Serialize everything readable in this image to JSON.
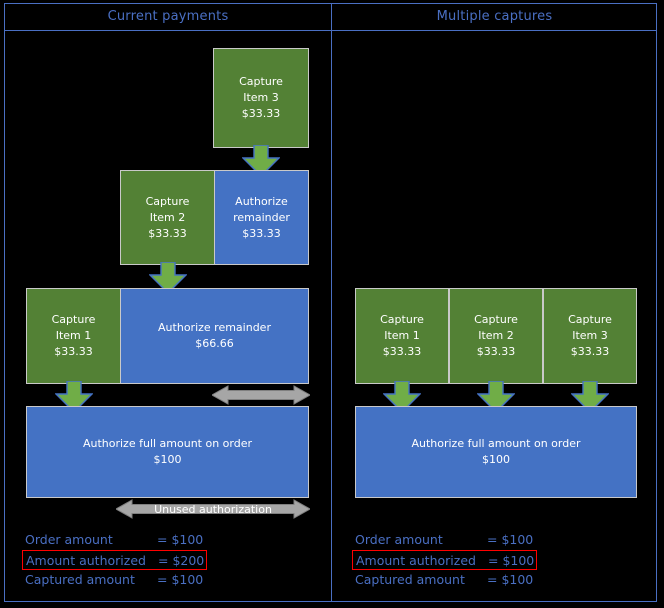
{
  "panels": {
    "left": {
      "title": "Current payments",
      "boxes": [
        {
          "name": "capture-item-3",
          "l1": "Capture",
          "l2": "Item 3",
          "amount": "$33.33",
          "color": "green"
        },
        {
          "name": "capture-item-2",
          "l1": "Capture",
          "l2": "Item 2",
          "amount": "$33.33",
          "color": "green"
        },
        {
          "name": "authorize-remainder-3333",
          "l1": "Authorize",
          "l2": "remainder",
          "amount": "$33.33",
          "color": "blue"
        },
        {
          "name": "capture-item-1",
          "l1": "Capture",
          "l2": "Item 1",
          "amount": "$33.33",
          "color": "green"
        },
        {
          "name": "authorize-remainder-6666",
          "l1": "Authorize remainder",
          "l2": "",
          "amount": "$66.66",
          "color": "blue"
        },
        {
          "name": "authorize-full-amount",
          "l1": "Authorize full amount on order",
          "l2": "",
          "amount": "$100",
          "color": "blue"
        }
      ],
      "unused_authorization_label": "Unused authorization",
      "legend": [
        {
          "label": "Order amount",
          "value": "= $100",
          "highlight": false
        },
        {
          "label": "Amount authorized",
          "value": "= $200",
          "highlight": true
        },
        {
          "label": "Captured amount",
          "value": "= $100",
          "highlight": false
        }
      ]
    },
    "right": {
      "title": "Multiple captures",
      "boxes": [
        {
          "name": "capture-item-1",
          "l1": "Capture",
          "l2": "Item 1",
          "amount": "$33.33",
          "color": "green"
        },
        {
          "name": "capture-item-2",
          "l1": "Capture",
          "l2": "Item 2",
          "amount": "$33.33",
          "color": "green"
        },
        {
          "name": "capture-item-3",
          "l1": "Capture",
          "l2": "Item 3",
          "amount": "$33.33",
          "color": "green"
        },
        {
          "name": "authorize-full-amount",
          "l1": "Authorize full amount on order",
          "l2": "",
          "amount": "$100",
          "color": "blue"
        }
      ],
      "legend": [
        {
          "label": "Order amount",
          "value": "= $100",
          "highlight": false
        },
        {
          "label": "Amount authorized",
          "value": "= $100",
          "highlight": true
        },
        {
          "label": "Captured amount",
          "value": "= $100",
          "highlight": false
        }
      ]
    }
  },
  "colors": {
    "capture_green": "#538135",
    "authorize_blue": "#4472c4",
    "frame_blue": "#4a6fc3",
    "highlight_red": "#ff0000",
    "gray_arrow": "#a6a6a6",
    "background": "#000000"
  }
}
